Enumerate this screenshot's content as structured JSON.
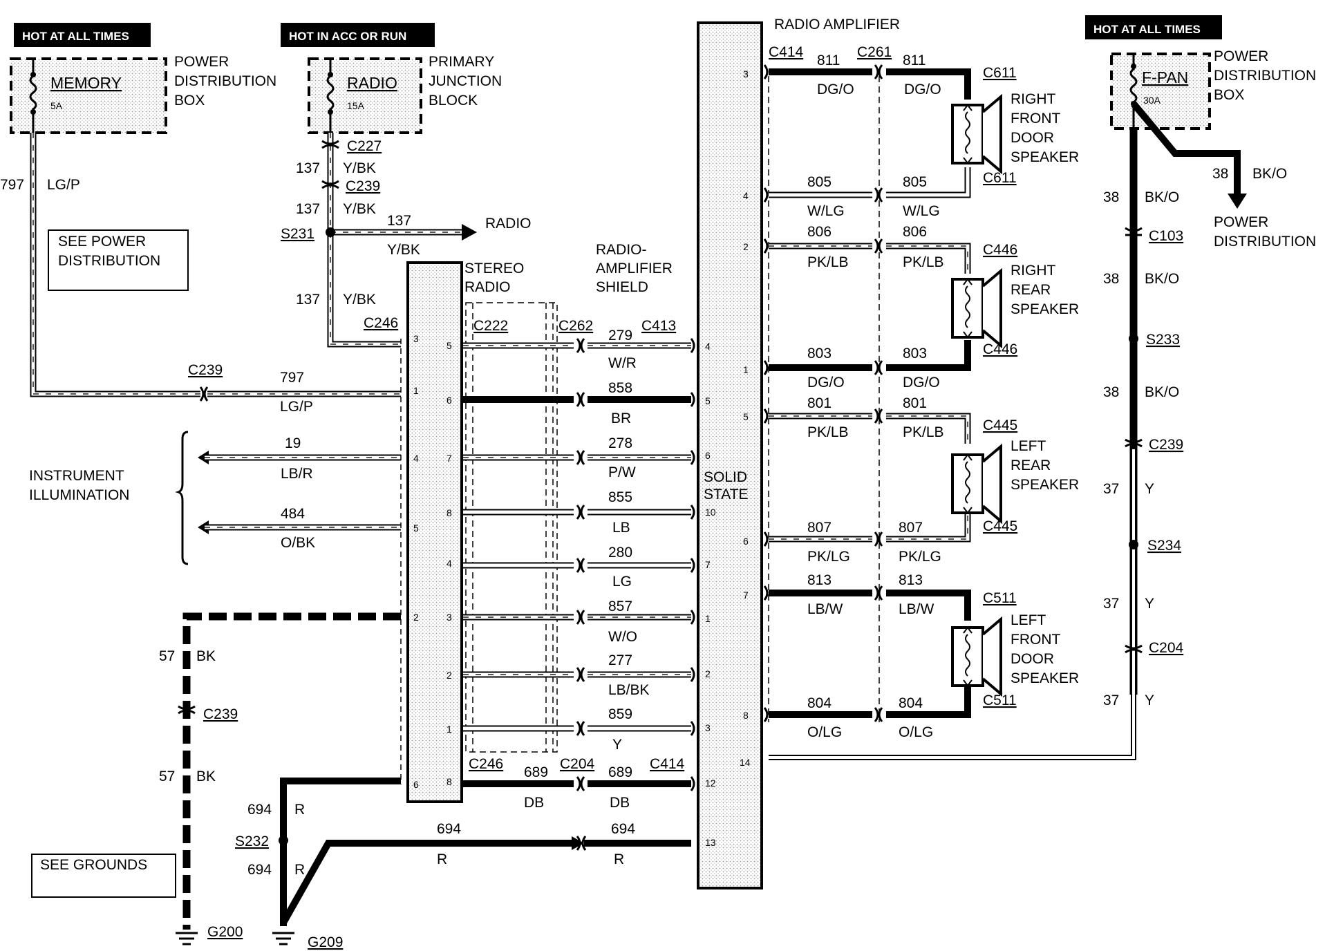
{
  "hot_labels": {
    "memory": "HOT AT ALL TIMES",
    "radio": "HOT IN ACC OR RUN",
    "fpan": "HOT AT ALL TIMES"
  },
  "fuses": {
    "memory_name": "MEMORY",
    "memory_amp": "5A",
    "radio_name": "RADIO",
    "radio_amp": "15A",
    "fpan_name": "F-PAN",
    "fpan_amp": "30A"
  },
  "boxes": {
    "pdb_left": [
      "POWER",
      "DISTRIBUTION",
      "BOX"
    ],
    "pjb": [
      "PRIMARY",
      "JUNCTION",
      "BLOCK"
    ],
    "pdb_right": [
      "POWER",
      "DISTRIBUTION",
      "BOX"
    ]
  },
  "notes": {
    "see_power": [
      "SEE POWER",
      "DISTRIBUTION"
    ],
    "see_grounds": "SEE GROUNDS",
    "instrument": [
      "INSTRUMENT",
      "ILLUMINATION"
    ],
    "radio_arrow": "RADIO",
    "power_dist": [
      "POWER",
      "DISTRIBUTION"
    ]
  },
  "components": {
    "stereo_radio": [
      "STEREO",
      "RADIO"
    ],
    "shield": [
      "RADIO-",
      "AMPLIFIER",
      "SHIELD"
    ],
    "amplifier": "RADIO AMPLIFIER",
    "solid_state": [
      "SOLID",
      "STATE"
    ]
  },
  "speakers": {
    "rf": [
      "RIGHT",
      "FRONT",
      "DOOR",
      "SPEAKER"
    ],
    "rr": [
      "RIGHT",
      "REAR",
      "SPEAKER"
    ],
    "lr": [
      "LEFT",
      "REAR",
      "SPEAKER"
    ],
    "lf": [
      "LEFT",
      "FRONT",
      "DOOR",
      "SPEAKER"
    ]
  },
  "connectors": {
    "c227": "C227",
    "c239_a": "C239",
    "c239_b": "C239",
    "c239_c": "C239",
    "c239_d": "C239",
    "c246_a": "C246",
    "c246_b": "C246",
    "c222": "C222",
    "c262": "C262",
    "c413": "C413",
    "c204_a": "C204",
    "c204_b": "C204",
    "c414_a": "C414",
    "c414_b": "C414",
    "c261": "C261",
    "c611_a": "C611",
    "c611_b": "C611",
    "c446_a": "C446",
    "c446_b": "C446",
    "c445_a": "C445",
    "c445_b": "C445",
    "c511_a": "C511",
    "c511_b": "C511",
    "c103": "C103"
  },
  "splices": {
    "s231": "S231",
    "s232": "S232",
    "s233": "S233",
    "s234": "S234"
  },
  "grounds": {
    "g200": "G200",
    "g209": "G209"
  },
  "wires": {
    "w797_v_num": "797",
    "w797_v_col": "LG/P",
    "w797_h_num": "797",
    "w797_h_col": "LG/P",
    "w137_a_num": "137",
    "w137_a_col": "Y/BK",
    "w137_b_num": "137",
    "w137_b_col": "Y/BK",
    "w137_c_num": "137",
    "w137_c_col": "Y/BK",
    "w137_h_num": "137",
    "w137_h_col": "Y/BK",
    "w19_num": "19",
    "w19_col": "LB/R",
    "w484_num": "484",
    "w484_col": "O/BK",
    "w57_a_num": "57",
    "w57_a_col": "BK",
    "w57_b_num": "57",
    "w57_b_col": "BK",
    "w694_a_num": "694",
    "w694_a_col": "R",
    "w694_b_num": "694",
    "w694_b_col": "R",
    "w694_h1_num": "694",
    "w694_h1_col": "R",
    "w694_h2_num": "694",
    "w694_h2_col": "R",
    "w689_a_num": "689",
    "w689_a_col": "DB",
    "w689_b_num": "689",
    "w689_b_col": "DB",
    "w279_num": "279",
    "w279_col": "W/R",
    "w858_num": "858",
    "w858_col": "BR",
    "w278_num": "278",
    "w278_col": "P/W",
    "w855_num": "855",
    "w855_col": "LB",
    "w280_num": "280",
    "w280_col": "LG",
    "w857_num": "857",
    "w857_col": "W/O",
    "w277_num": "277",
    "w277_col": "LB/BK",
    "w859_num": "859",
    "w859_col": "Y",
    "w811_a_num": "811",
    "w811_a_col": "DG/O",
    "w811_b_num": "811",
    "w811_b_col": "DG/O",
    "w805_a_num": "805",
    "w805_a_col": "W/LG",
    "w805_b_num": "805",
    "w805_b_col": "W/LG",
    "w806_a_num": "806",
    "w806_a_col": "PK/LB",
    "w806_b_num": "806",
    "w806_b_col": "PK/LB",
    "w803_a_num": "803",
    "w803_a_col": "DG/O",
    "w803_b_num": "803",
    "w803_b_col": "DG/O",
    "w801_a_num": "801",
    "w801_a_col": "PK/LB",
    "w801_b_num": "801",
    "w801_b_col": "PK/LB",
    "w807_a_num": "807",
    "w807_a_col": "PK/LG",
    "w807_b_num": "807",
    "w807_b_col": "PK/LG",
    "w813_a_num": "813",
    "w813_a_col": "LB/W",
    "w813_b_num": "813",
    "w813_b_col": "LB/W",
    "w804_a_num": "804",
    "w804_a_col": "O/LG",
    "w804_b_num": "804",
    "w804_b_col": "O/LG",
    "w38_h_num": "38",
    "w38_h_col": "BK/O",
    "w38_a_num": "38",
    "w38_a_col": "BK/O",
    "w38_b_num": "38",
    "w38_b_col": "BK/O",
    "w38_c_num": "38",
    "w38_c_col": "BK/O",
    "w37_a_num": "37",
    "w37_a_col": "Y",
    "w37_b_num": "37",
    "w37_b_col": "Y",
    "w37_c_num": "37",
    "w37_c_col": "Y"
  },
  "pins": {
    "radio_left": [
      "3",
      "1",
      "4",
      "5",
      "2",
      "6"
    ],
    "radio_right": [
      "5",
      "6",
      "7",
      "8",
      "4",
      "3",
      "2",
      "1",
      "8"
    ],
    "amp_left": [
      "4",
      "5",
      "6",
      "10",
      "7",
      "1",
      "2",
      "3",
      "12",
      "13"
    ],
    "amp_right": [
      "3",
      "4",
      "2",
      "1",
      "5",
      "6",
      "7",
      "8",
      "14"
    ]
  }
}
